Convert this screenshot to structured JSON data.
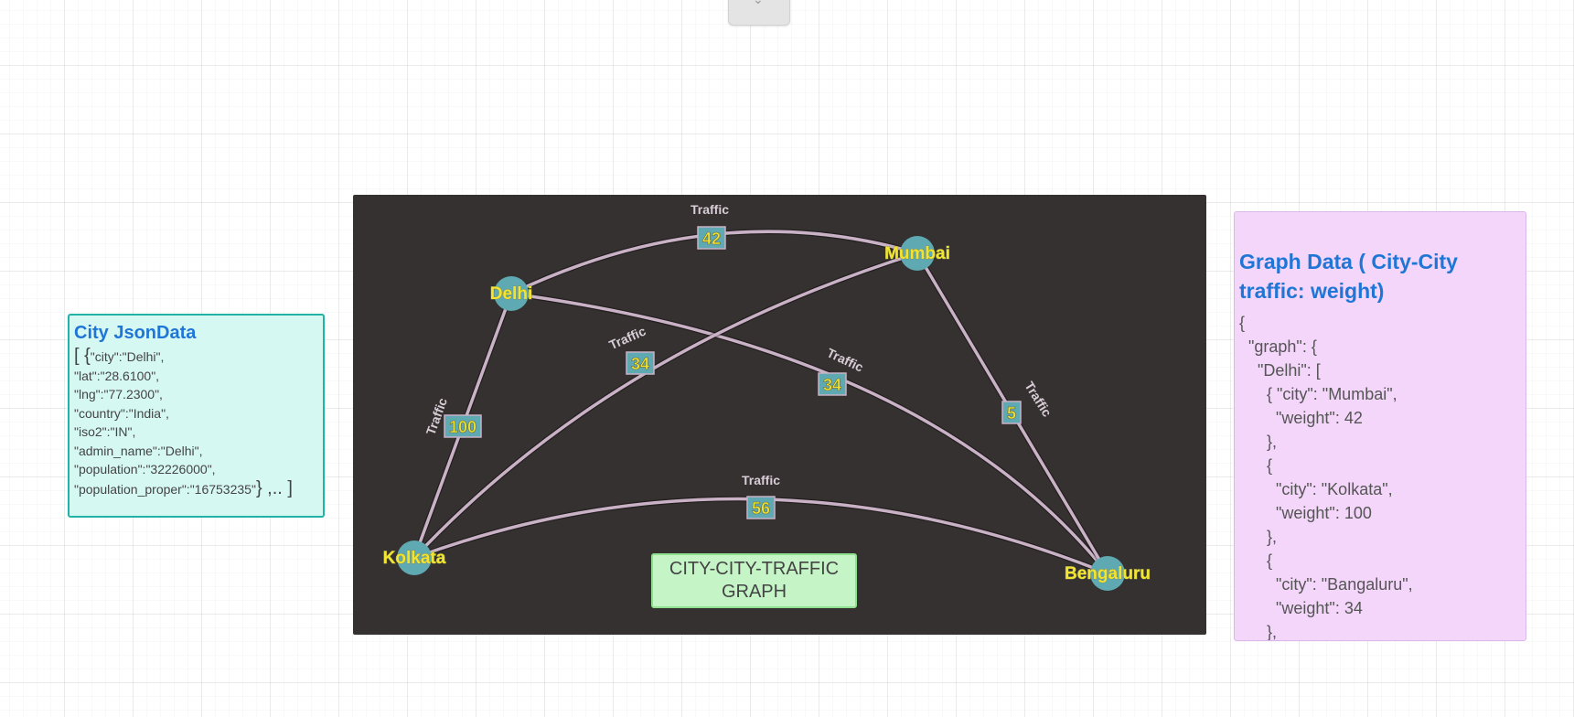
{
  "city_json": {
    "title": "City JsonData",
    "open_bracket": "[ {",
    "first_line": "\"city\":\"Delhi\",",
    "lines": [
      "\"lat\":\"28.6100\",",
      "\"lng\":\"77.2300\",",
      "\"country\":\"India\",",
      "\"iso2\":\"IN\",",
      "\"admin_name\":\"Delhi\",",
      "\"population\":\"32226000\","
    ],
    "last_line": "\"population_proper\":\"16753235\"",
    "close": "} ,.. ]"
  },
  "graph": {
    "caption": "CITY-CITY-TRAFFIC GRAPH",
    "edge_label": "Traffic",
    "colors": {
      "background": "#363131",
      "edge": "#c9b1c6",
      "node": "#5fa9b2",
      "label_text": "#f2e530"
    },
    "nodes": [
      {
        "id": "Delhi"
      },
      {
        "id": "Mumbai"
      },
      {
        "id": "Kolkata"
      },
      {
        "id": "Bengaluru"
      }
    ],
    "edges": [
      {
        "from": "Delhi",
        "to": "Mumbai",
        "weight": "42"
      },
      {
        "from": "Delhi",
        "to": "Kolkata",
        "weight": "100"
      },
      {
        "from": "Delhi",
        "to": "Bengaluru",
        "weight": "34"
      },
      {
        "from": "Mumbai",
        "to": "Kolkata",
        "weight": "34"
      },
      {
        "from": "Mumbai",
        "to": "Bengaluru",
        "weight": "5"
      },
      {
        "from": "Kolkata",
        "to": "Bengaluru",
        "weight": "56"
      }
    ]
  },
  "graph_data": {
    "title": "Graph Data ( City-City traffic: weight)",
    "code": "{\n  \"graph\": {\n    \"Delhi\": [\n      { \"city\": \"Mumbai\",\n        \"weight\": 42\n      },\n      {\n        \"city\": \"Kolkata\",\n        \"weight\": 100\n      },\n      {\n        \"city\": \"Bangaluru\",\n        \"weight\": 34\n      },"
  }
}
